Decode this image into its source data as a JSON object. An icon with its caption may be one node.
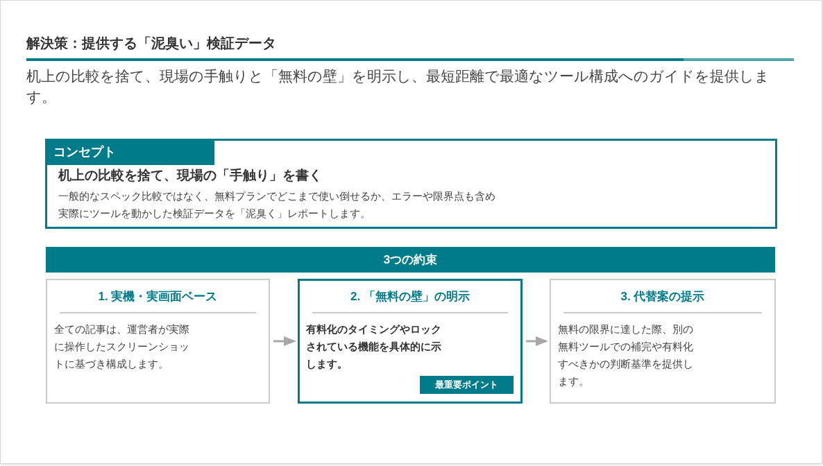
{
  "diagram": {
    "title": "解決策：提供する「泥臭い」検証データ",
    "nodes": [
      {
        "text": [
          "コンセプト",
          "机上の比較を捨て、現場の「手触り」を書く",
          "一般的なスペック比較ではなく、無料プランでどこまで使い倒せるか、エラーや限界点も含め実際にツールを動かした検証データを「泥臭く」レポートします。"
        ]
      },
      {
        "text": [
          "3つの約束"
        ]
      },
      {
        "text": [
          "1. 実機・実画面ベース",
          "全ての記事は、運営者が実際に操作したスクリーンショットに基づき構成します。"
        ]
      },
      {
        "text": [
          "2. 「無料の壁」の明示",
          "有料化のタイミングやロックされている機能を具体的に示します。"
        ]
      },
      {
        "text": [
          "最重要ポイント"
        ],
        "in": 3
      },
      {
        "text": [
          "3. 代替案の提示",
          "無料の限界に達した際、別の無料ツールでの補完や有料化すべきかの判断基準を提供します。"
        ]
      }
    ],
    "edges": [
      {
        "from": 2,
        "to": 3,
        "arrow": "to"
      },
      {
        "from": 3,
        "to": 5,
        "arrow": "to"
      }
    ],
    "labels": [
      "机上の比較を捨て、現場の手触りと「無料の壁」を明示し、最短距離で最適なツール構成へのガイドを提供します。"
    ]
  }
}
